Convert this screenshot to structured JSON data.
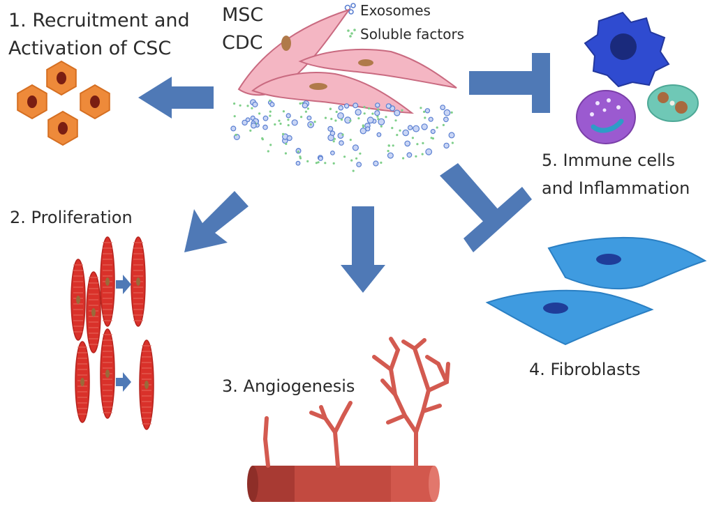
{
  "source_cells": [
    "MSC",
    "CDC"
  ],
  "legend": {
    "exosomes": "Exosomes",
    "soluble_factors": "Soluble factors"
  },
  "effects": {
    "recruitment": {
      "line1": "1. Recruitment and",
      "line2": "Activation of CSC"
    },
    "proliferation": "2. Proliferation",
    "angiogenesis": "3. Angiogenesis",
    "fibroblasts": "4. Fibroblasts",
    "immune": {
      "line1": "5. Immune  cells",
      "line2": "and Inflammation"
    }
  },
  "colors": {
    "arrow": "#4f79b6",
    "csc": "#ee8a3a",
    "cardiomyocyte": "#d9312a",
    "vessel": "#c24a40",
    "fibroblast": "#3f9be0",
    "msc": "#f2a9b8"
  }
}
